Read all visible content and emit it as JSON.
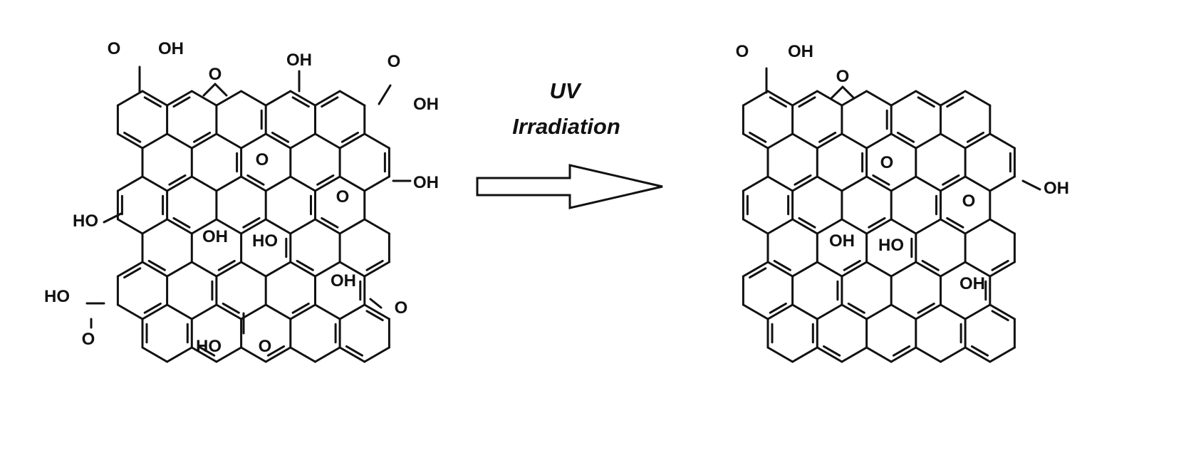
{
  "caption": {
    "line1": "UV",
    "line2": "Irradiation"
  },
  "groups": {
    "oh": "OH",
    "ho": "HO",
    "o": "O"
  },
  "colors": {
    "ink": "#111111",
    "background": "#ffffff"
  }
}
